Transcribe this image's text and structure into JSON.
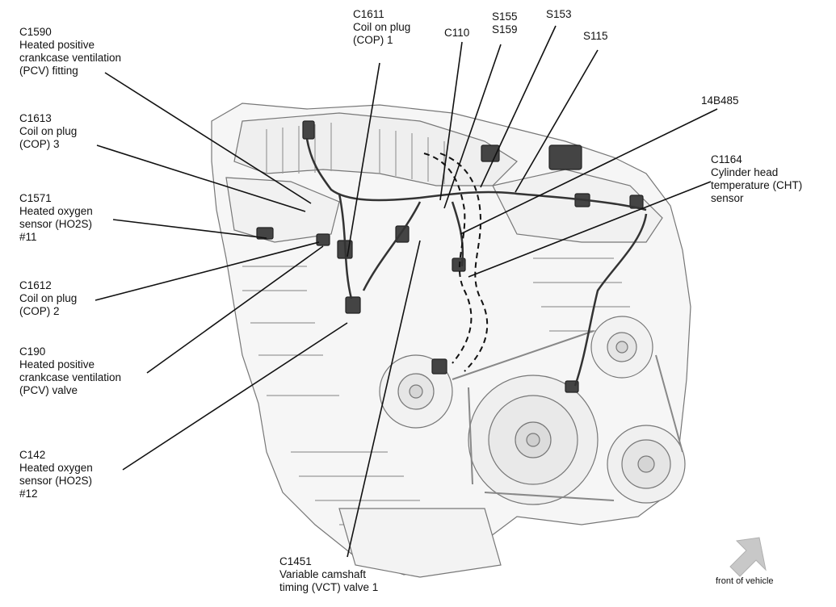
{
  "callouts": [
    {
      "id": "c1590",
      "lines": [
        "C1590",
        "Heated positive",
        "crankcase ventilation",
        "(PCV) fitting"
      ]
    },
    {
      "id": "c1613",
      "lines": [
        "C1613",
        "Coil on plug",
        "(COP) 3"
      ]
    },
    {
      "id": "c1571",
      "lines": [
        "C1571",
        "Heated oxygen",
        "sensor (HO2S)",
        "#11"
      ]
    },
    {
      "id": "c1612",
      "lines": [
        "C1612",
        "Coil on plug",
        "(COP) 2"
      ]
    },
    {
      "id": "c190",
      "lines": [
        "C190",
        "Heated positive",
        "crankcase ventilation",
        "(PCV) valve"
      ]
    },
    {
      "id": "c142",
      "lines": [
        "C142",
        "Heated oxygen",
        "sensor (HO2S)",
        "#12"
      ]
    },
    {
      "id": "c1611",
      "lines": [
        "C1611",
        "Coil on plug",
        "(COP) 1"
      ]
    },
    {
      "id": "c110",
      "lines": [
        "C110"
      ]
    },
    {
      "id": "s155",
      "lines": [
        "S155",
        "S159"
      ]
    },
    {
      "id": "s153",
      "lines": [
        "S153"
      ]
    },
    {
      "id": "s115",
      "lines": [
        "S115"
      ]
    },
    {
      "id": "p14b485",
      "lines": [
        "14B485"
      ]
    },
    {
      "id": "c1164",
      "lines": [
        "C1164",
        "Cylinder head",
        "temperature (CHT)",
        "sensor"
      ]
    },
    {
      "id": "c1451",
      "lines": [
        "C1451",
        "Variable camshaft",
        "timing (VCT) valve 1"
      ]
    }
  ],
  "orientation": {
    "label": "front of vehicle",
    "arrow_icon": "front-direction-arrow-icon"
  },
  "colors": {
    "line": "#111111",
    "engine_stroke": "#555555",
    "engine_fill": "#f4f4f4",
    "arrow_fill": "#c8c8c8"
  }
}
